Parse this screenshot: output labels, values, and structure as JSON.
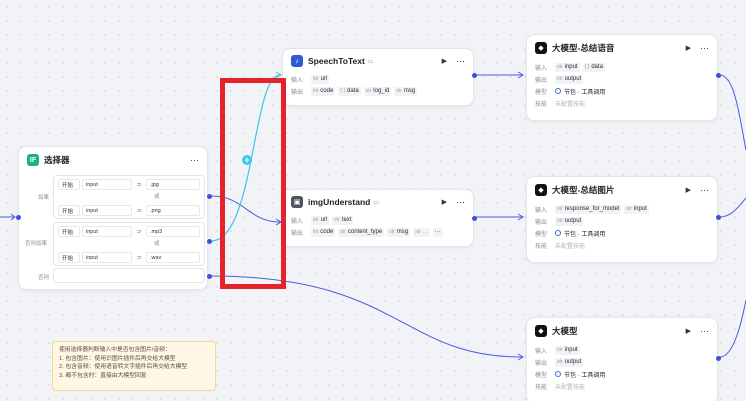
{
  "selector": {
    "title": "选择器",
    "icon_letter": "IF",
    "branch_if_label": "如果",
    "branch_elif_label": "否则如果",
    "branch_else_label": "否则",
    "conditions": [
      {
        "op_left": "开始",
        "var": "input",
        "op": "⊃",
        "value": ".jpg"
      },
      {
        "op_left": "开始",
        "var": "input",
        "op": "⊃",
        "value": ".png"
      },
      {
        "op_left": "开始",
        "var": "input",
        "op": "⊃",
        "value": ".mp3"
      },
      {
        "op_left": "开始",
        "var": "input",
        "op": "⊃",
        "value": ".wav"
      }
    ],
    "or_label": "或"
  },
  "speech": {
    "title": "SpeechToText",
    "input_label": "输入",
    "output_label": "输出",
    "inputs": [
      {
        "type": "str",
        "name": "url"
      }
    ],
    "outputs": [
      {
        "type": "int",
        "name": "code"
      },
      {
        "type": "{ }",
        "name": "data"
      },
      {
        "type": "str",
        "name": "log_id"
      },
      {
        "type": "str",
        "name": "msg"
      }
    ]
  },
  "img": {
    "title": "imgUnderstand",
    "input_label": "输入",
    "output_label": "输出",
    "inputs": [
      {
        "type": "str",
        "name": "url"
      },
      {
        "type": "str",
        "name": "text"
      }
    ],
    "outputs": [
      {
        "type": "int",
        "name": "code"
      },
      {
        "type": "str",
        "name": "content_type"
      },
      {
        "type": "str",
        "name": "msg"
      },
      {
        "type": "str",
        "name": "..."
      }
    ],
    "more": "···"
  },
  "llm1": {
    "title": "大模型-总结语音",
    "input_label": "输入",
    "output_label": "输出",
    "model_label": "模型",
    "skill_label": "技能",
    "inputs": [
      {
        "type": "str",
        "name": "input"
      },
      {
        "type": "{ }",
        "name": "data"
      }
    ],
    "outputs": [
      {
        "type": "str",
        "name": "output"
      }
    ],
    "model": "节包 · 工具调用",
    "skill": "未配置技能"
  },
  "llm2": {
    "title": "大模型-总结图片",
    "input_label": "输入",
    "output_label": "输出",
    "model_label": "模型",
    "skill_label": "技能",
    "inputs": [
      {
        "type": "str",
        "name": "response_for_model"
      },
      {
        "type": "str",
        "name": "input"
      }
    ],
    "outputs": [
      {
        "type": "str",
        "name": "output"
      }
    ],
    "model": "节包 · 工具调用",
    "skill": "未配置技能"
  },
  "llm3": {
    "title": "大模型",
    "input_label": "输入",
    "output_label": "输出",
    "model_label": "模型",
    "skill_label": "技能",
    "inputs": [
      {
        "type": "str",
        "name": "input"
      }
    ],
    "outputs": [
      {
        "type": "str",
        "name": "output"
      }
    ],
    "model": "节包 · 工具调用",
    "skill": "未配置技能"
  },
  "note": {
    "lines": [
      "使用选择器判断输入中是否包含图片/音频：",
      "1. 包含图片：使用识图片插件后再交给大模型",
      "2. 包含音频：使用语音转文字插件后再交给大模型",
      "3. 都不包含时：直接由大模型回复"
    ]
  },
  "toolbar": {
    "play": "▶",
    "more": "···",
    "add": "+"
  },
  "colors": {
    "edge": "#4d5ae0",
    "edge_selected": "#3fc6e8",
    "highlight_box": "#e4232b"
  }
}
